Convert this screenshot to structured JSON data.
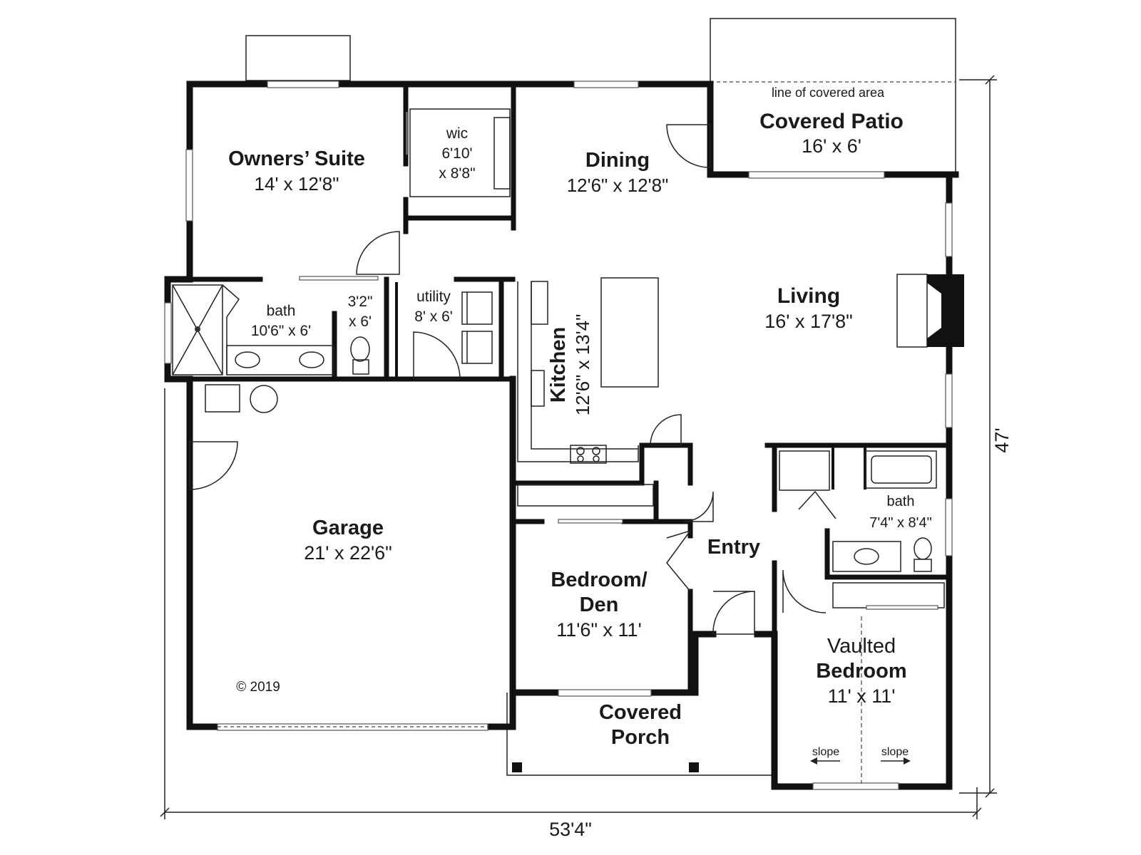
{
  "plan": {
    "rooms": {
      "owners_suite": {
        "name": "Owners’ Suite",
        "size": "14' x 12'8\""
      },
      "wic": {
        "name": "wic",
        "size_1": "6'10'",
        "size_2": "x 8'8\""
      },
      "dining": {
        "name": "Dining",
        "size": "12'6\" x 12'8\""
      },
      "covered_patio": {
        "note": "line of covered area",
        "name": "Covered Patio",
        "size": "16' x 6'"
      },
      "master_bath": {
        "name": "bath",
        "size": "10'6\" x 6'"
      },
      "wc": {
        "size_1": "3'2\"",
        "size_2": "x 6'"
      },
      "utility": {
        "name": "utility",
        "size": "8' x 6'"
      },
      "living": {
        "name": "Living",
        "size": "16' x 17'8\""
      },
      "kitchen": {
        "name": "Kitchen",
        "size": "12'6\" x 13'4\""
      },
      "garage": {
        "name": "Garage",
        "size": "21' x 22'6\""
      },
      "bath_2": {
        "name": "bath",
        "size": "7'4\" x 8'4\""
      },
      "entry": {
        "name": "Entry"
      },
      "bedroom_den": {
        "name_1": "Bedroom/",
        "name_2": "Den",
        "size": "11'6\" x 11'"
      },
      "covered_porch": {
        "name_1": "Covered",
        "name_2": "Porch"
      },
      "vaulted_bedroom": {
        "name_1": "Vaulted",
        "name_2": "Bedroom",
        "size": "11' x 11'",
        "slope_left": "slope",
        "slope_right": "slope"
      }
    },
    "copyright": "© 2019",
    "dimensions": {
      "width": "53'4\"",
      "depth": "47'"
    }
  }
}
